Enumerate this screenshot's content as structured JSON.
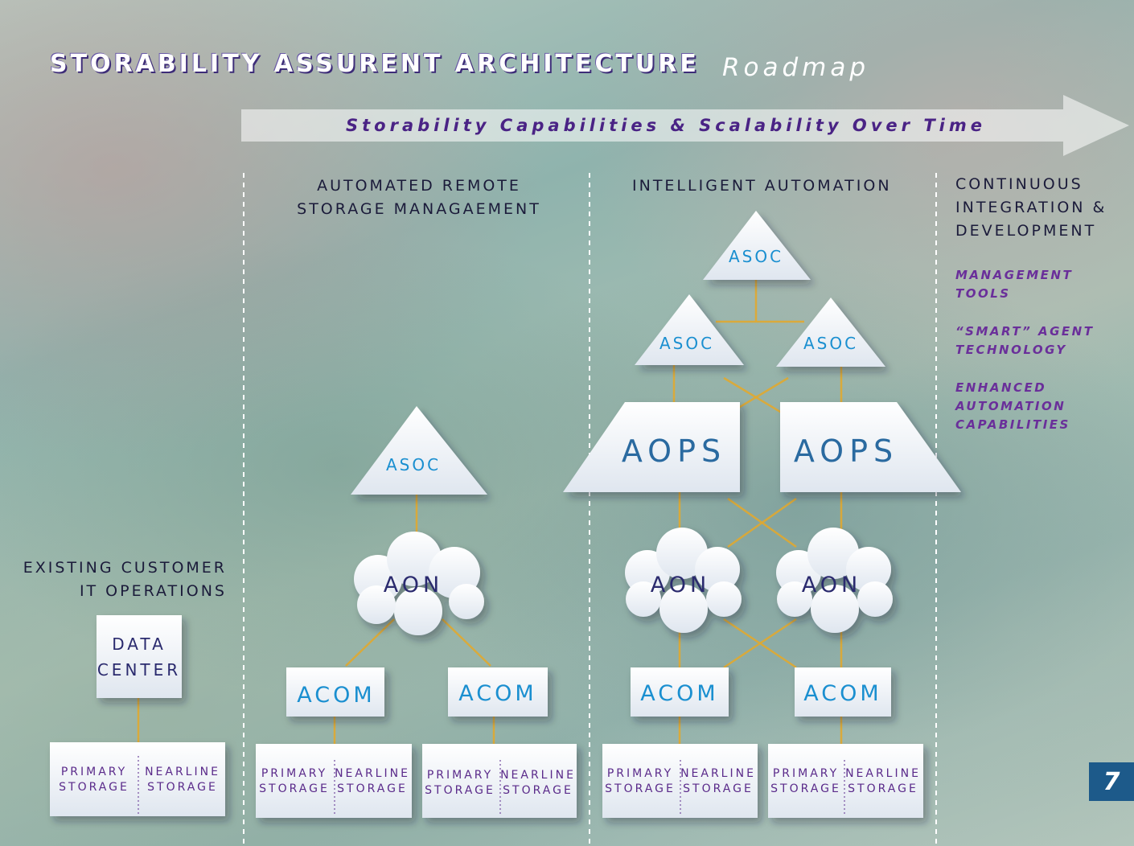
{
  "header": {
    "title": "STORABILITY ASSURENT ARCHITECTURE",
    "title_suffix": "Roadmap"
  },
  "timeline_arrow": {
    "label": "Storability Capabilities & Scalability Over Time"
  },
  "phases": {
    "existing": [
      "EXISTING CUSTOMER",
      "IT OPERATIONS"
    ],
    "automated": [
      "AUTOMATED REMOTE",
      "STORAGE MANAGAEMENT"
    ],
    "intelligent": [
      "INTELLIGENT AUTOMATION"
    ],
    "continuous": [
      "CONTINUOUS",
      "INTEGRATION &",
      "DEVELOPMENT"
    ]
  },
  "continuous_items": [
    [
      "MANAGEMENT",
      "TOOLS"
    ],
    [
      "“SMART” AGENT",
      "TECHNOLOGY"
    ],
    [
      "ENHANCED",
      "AUTOMATION",
      "CAPABILITIES"
    ]
  ],
  "nodes": {
    "asoc": "ASOC",
    "aops": "AOPS",
    "aon": "AON",
    "acom": "ACOM",
    "data_center": [
      "DATA",
      "CENTER"
    ],
    "primary": [
      "PRIMARY",
      "STORAGE"
    ],
    "nearline": [
      "NEARLINE",
      "STORAGE"
    ]
  },
  "page_number": "7",
  "colors": {
    "title_shadow": "#3d2c78",
    "arrow_text": "#4a2385",
    "node_text_blue": "#1a8fd0",
    "node_text_dark": "#2a2a6e",
    "aops_text": "#2a6aa0",
    "storage_text": "#5a2a8a",
    "connector": "#e0a830",
    "page_badge": "#1d5a8a"
  }
}
